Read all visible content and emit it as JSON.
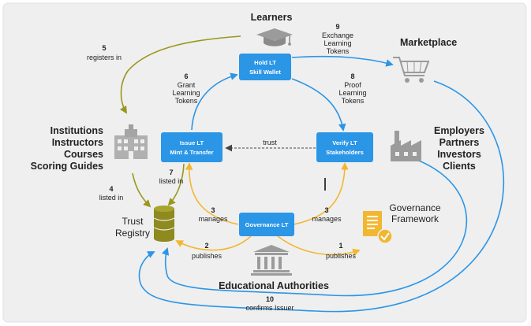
{
  "colors": {
    "background": "#ffffff",
    "frame": "#efefef",
    "box": "#2b95e6",
    "arrow_blue": "#2b95e6",
    "arrow_yellow": "#f2b731",
    "arrow_olive": "#9a961e",
    "arrow_gray": "#444444",
    "icon_gray": "#9b9b9b",
    "icon_gold": "#f2b731",
    "registry_olive": "#8e8a1f"
  },
  "boxes": {
    "hold": {
      "line1": "Hold LT",
      "line2": "Skill Wallet"
    },
    "issue": {
      "line1": "Issue LT",
      "line2": "Mint & Transfer"
    },
    "verify": {
      "line1": "Verify LT",
      "line2": "Stakeholders"
    },
    "gov": {
      "line1": "Governance LT",
      "line2": ""
    }
  },
  "actors": {
    "learners": "Learners",
    "marketplace": "Marketplace",
    "institutions": [
      "Institutions",
      "Instructors",
      "Courses",
      "Scoring Guides"
    ],
    "employers": [
      "Employers",
      "Partners",
      "Investors",
      "Clients"
    ],
    "trust_registry": [
      "Trust",
      "Registry"
    ],
    "governance_framework": [
      "Governance",
      "Framework"
    ],
    "educational_authorities": "Educational Authorities"
  },
  "flows": {
    "f5": {
      "num": "5",
      "lines": [
        "registers in"
      ]
    },
    "f6": {
      "num": "6",
      "lines": [
        "Grant",
        "Learning",
        "Tokens"
      ]
    },
    "f9": {
      "num": "9",
      "lines": [
        "Exchange",
        "Learning",
        "Tokens"
      ]
    },
    "f8": {
      "num": "8",
      "lines": [
        "Proof",
        "Learning",
        "Tokens"
      ]
    },
    "trust": {
      "lines": [
        "trust"
      ]
    },
    "f7": {
      "num": "7",
      "lines": [
        "listed in"
      ]
    },
    "f4": {
      "num": "4",
      "lines": [
        "listed in"
      ]
    },
    "f3l": {
      "num": "3",
      "lines": [
        "manages"
      ]
    },
    "f3r": {
      "num": "3",
      "lines": [
        "manages"
      ]
    },
    "f2": {
      "num": "2",
      "lines": [
        "publishes"
      ]
    },
    "f1": {
      "num": "1",
      "lines": [
        "publishes"
      ]
    },
    "f10": {
      "num": "10",
      "lines": [
        "confirms Issuer"
      ]
    }
  },
  "icons": {
    "mortarboard": "graduation-cap-icon",
    "cart": "shopping-cart-icon",
    "building": "university-building-icon",
    "factory": "factory-icon",
    "database": "database-icon",
    "document": "document-checkmark-icon",
    "temple": "temple-icon"
  }
}
